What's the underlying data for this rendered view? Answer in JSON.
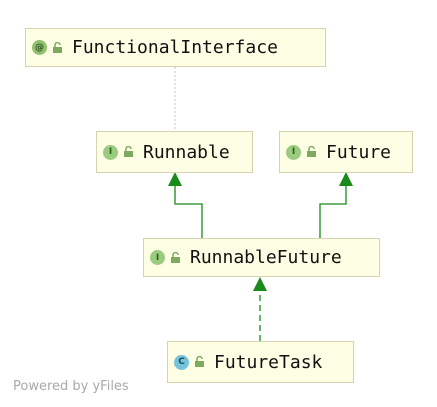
{
  "diagram": {
    "nodes": {
      "functional_interface": {
        "kind_glyph": "@",
        "name": "FunctionalInterface"
      },
      "runnable": {
        "kind_glyph": "I",
        "name": "Runnable"
      },
      "future": {
        "kind_glyph": "I",
        "name": "Future"
      },
      "runnable_future": {
        "kind_glyph": "I",
        "name": "RunnableFuture"
      },
      "future_task": {
        "kind_glyph": "C",
        "name": "FutureTask"
      }
    },
    "colors": {
      "node_fill": "#fefee4",
      "node_border": "#d4d4b0",
      "extends_edge": "#1a8a1a",
      "annotation_edge": "#c8c8a8"
    }
  },
  "watermark": "Powered by yFiles"
}
